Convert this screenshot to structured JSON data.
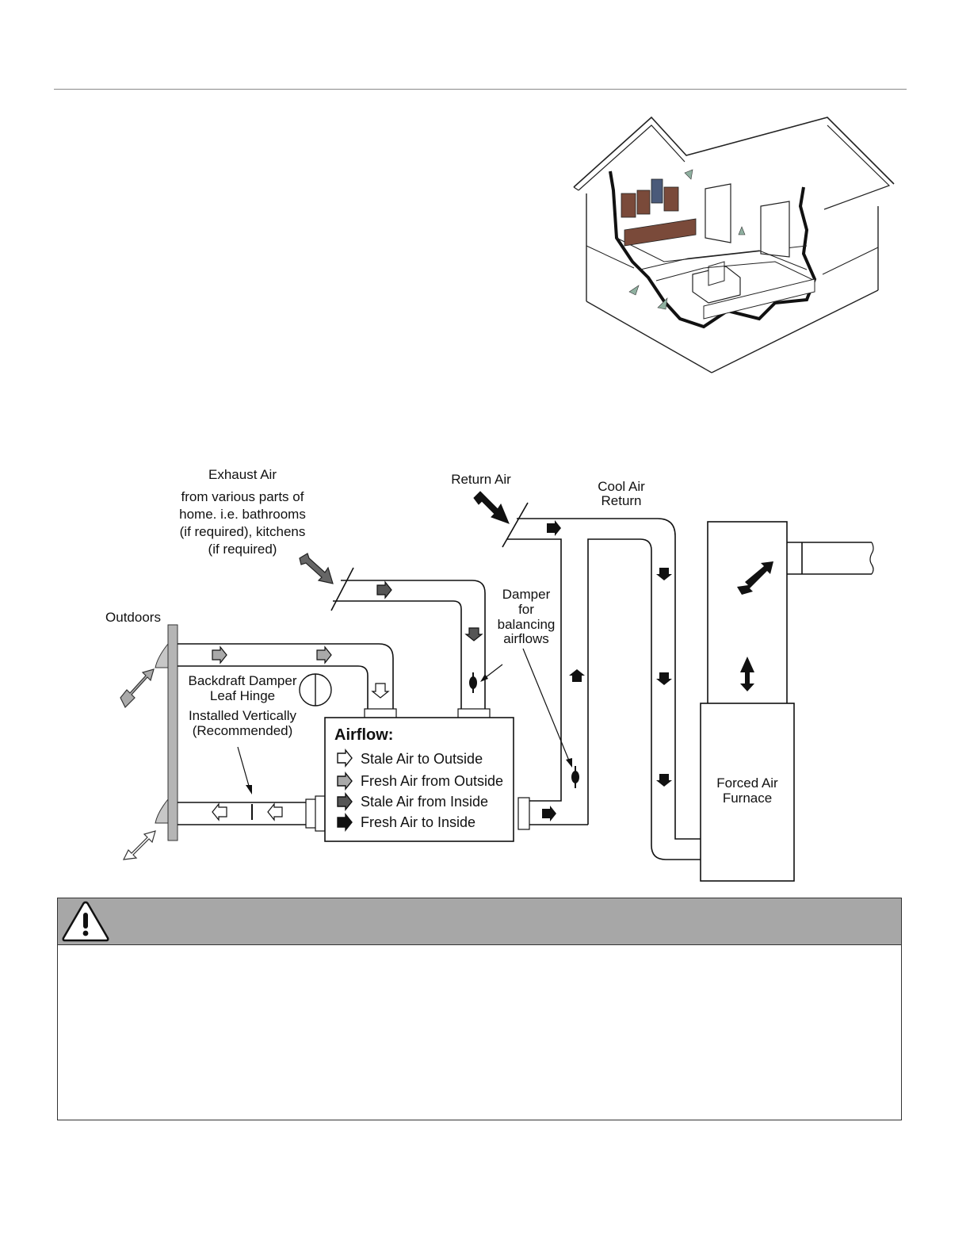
{
  "labels": {
    "exhaust_air": "Exhaust Air",
    "exhaust_desc_1": "from various parts of",
    "exhaust_desc_2": "home. i.e. bathrooms",
    "exhaust_desc_3": "(if required), kitchens",
    "exhaust_desc_4": "(if required)",
    "return_air": "Return Air",
    "cool_air_1": "Cool Air",
    "cool_air_2": "Return",
    "outdoors": "Outdoors",
    "damper_1": "Damper",
    "damper_2": "for",
    "damper_3": "balancing",
    "damper_4": "airflows",
    "backdraft_1": "Backdraft Damper",
    "backdraft_2": "Leaf Hinge",
    "backdraft_3": "Installed Vertically",
    "backdraft_4": "(Recommended)",
    "furnace_1": "Forced Air",
    "furnace_2": "Furnace"
  },
  "legend": {
    "title": "Airflow:",
    "items": [
      {
        "label": "Stale Air to Outside",
        "color": "#ffffff"
      },
      {
        "label": "Fresh Air from Outside",
        "color": "#a9a9a9"
      },
      {
        "label": "Stale Air from Inside",
        "color": "#555555"
      },
      {
        "label": "Fresh Air to Inside",
        "color": "#111111"
      }
    ]
  },
  "colors": {
    "warning_bar": "#a7a7a7",
    "wall": "#b5b5b5",
    "cabinet": "#7a4a3a"
  }
}
